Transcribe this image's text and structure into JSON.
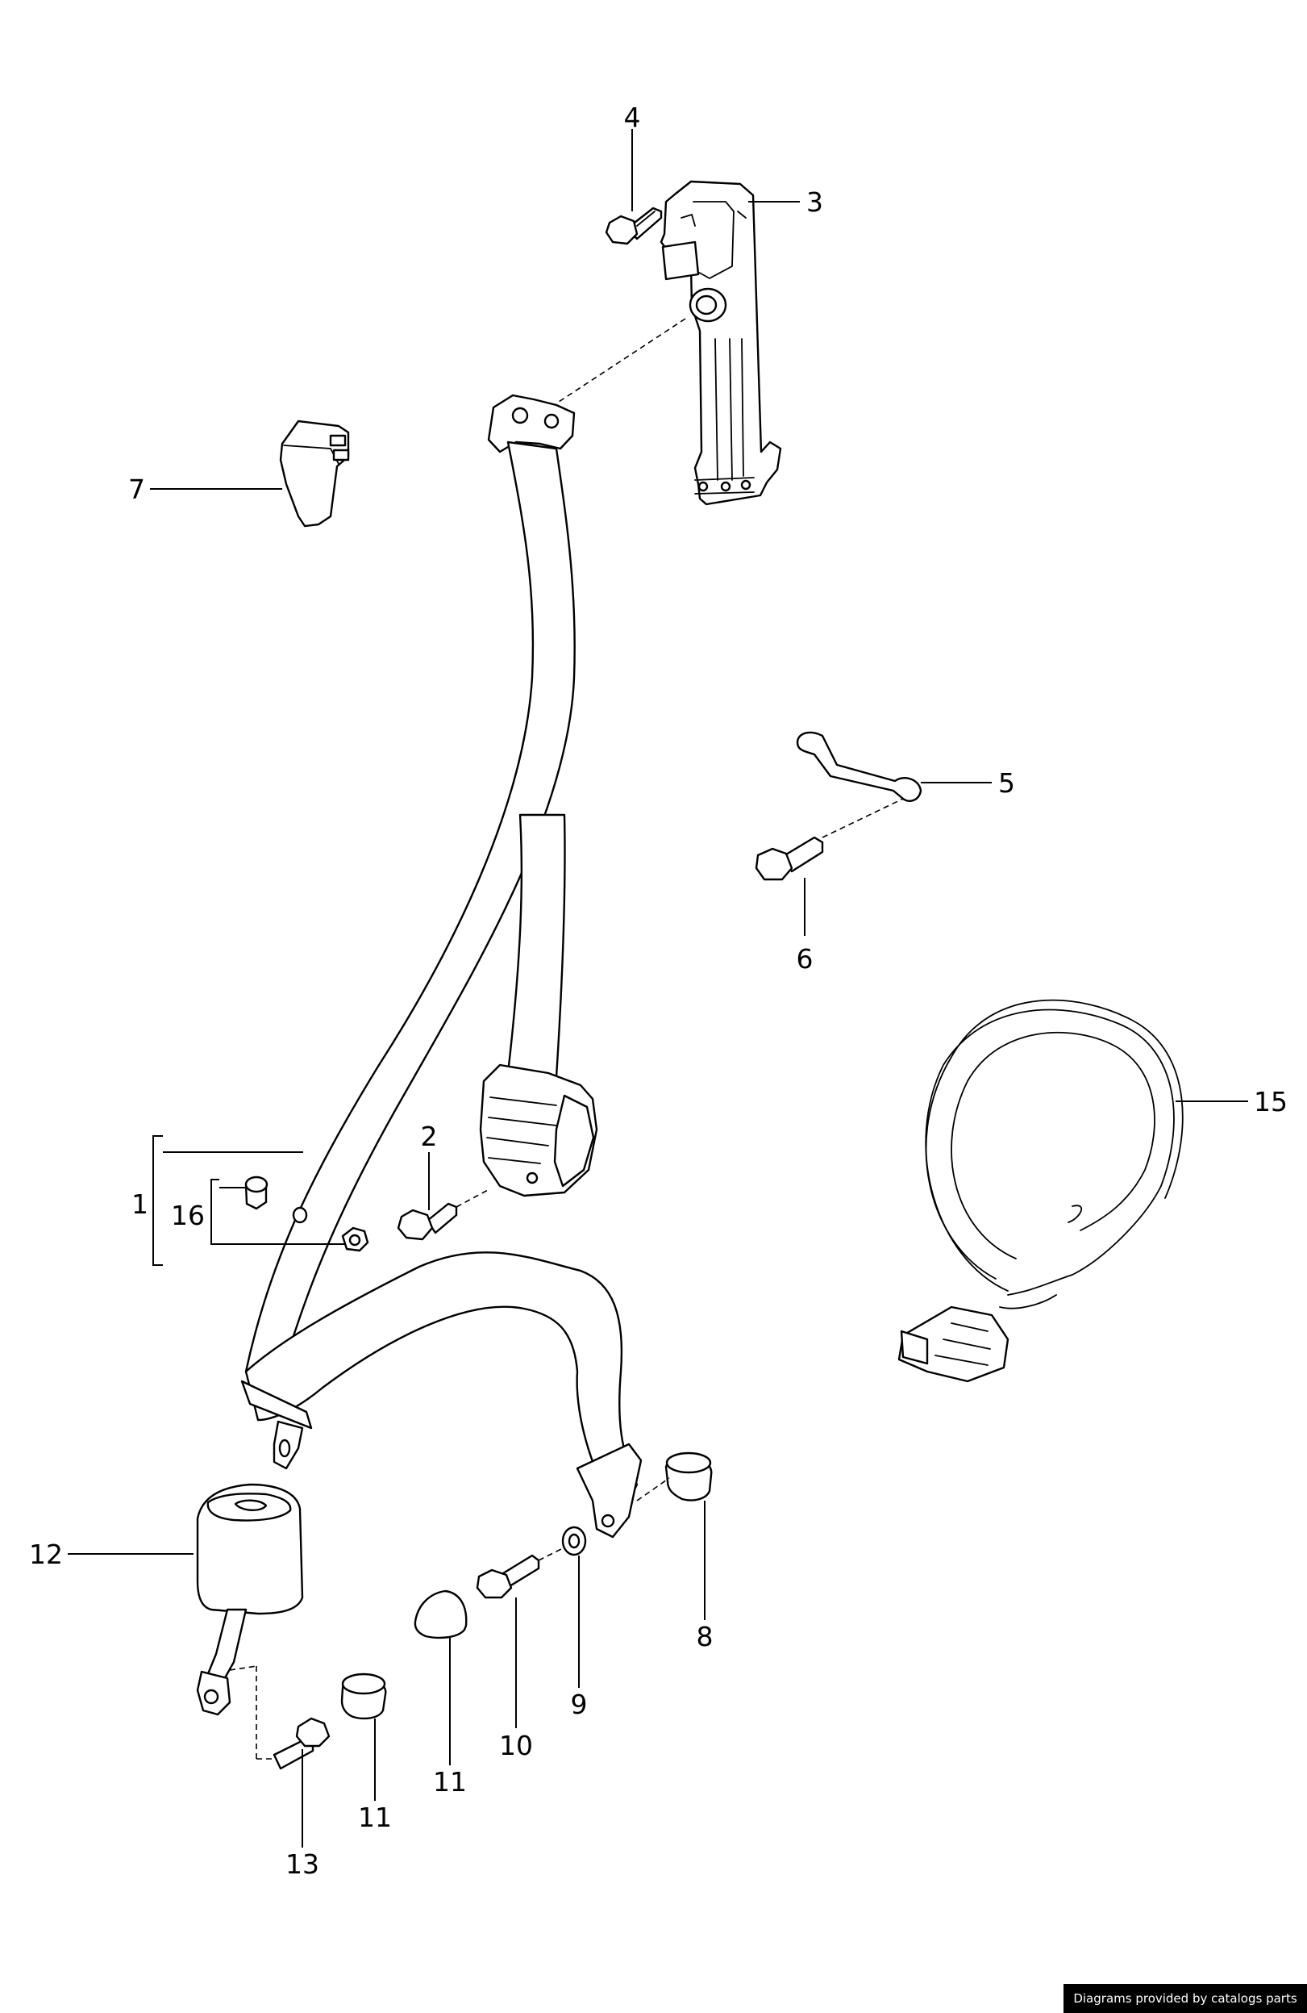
{
  "diagram": {
    "callouts": {
      "c1": "1",
      "c2": "2",
      "c3": "3",
      "c4": "4",
      "c5": "5",
      "c6": "6",
      "c7": "7",
      "c8": "8",
      "c9": "9",
      "c10": "10",
      "c11a": "11",
      "c11b": "11",
      "c12": "12",
      "c13": "13",
      "c15": "15",
      "c16": "16"
    },
    "credit": "Diagrams provided by catalogs parts",
    "colors": {
      "line": "#000000",
      "background": "#ffffff",
      "credit_bg": "#000000",
      "credit_text": "#ffffff"
    }
  }
}
